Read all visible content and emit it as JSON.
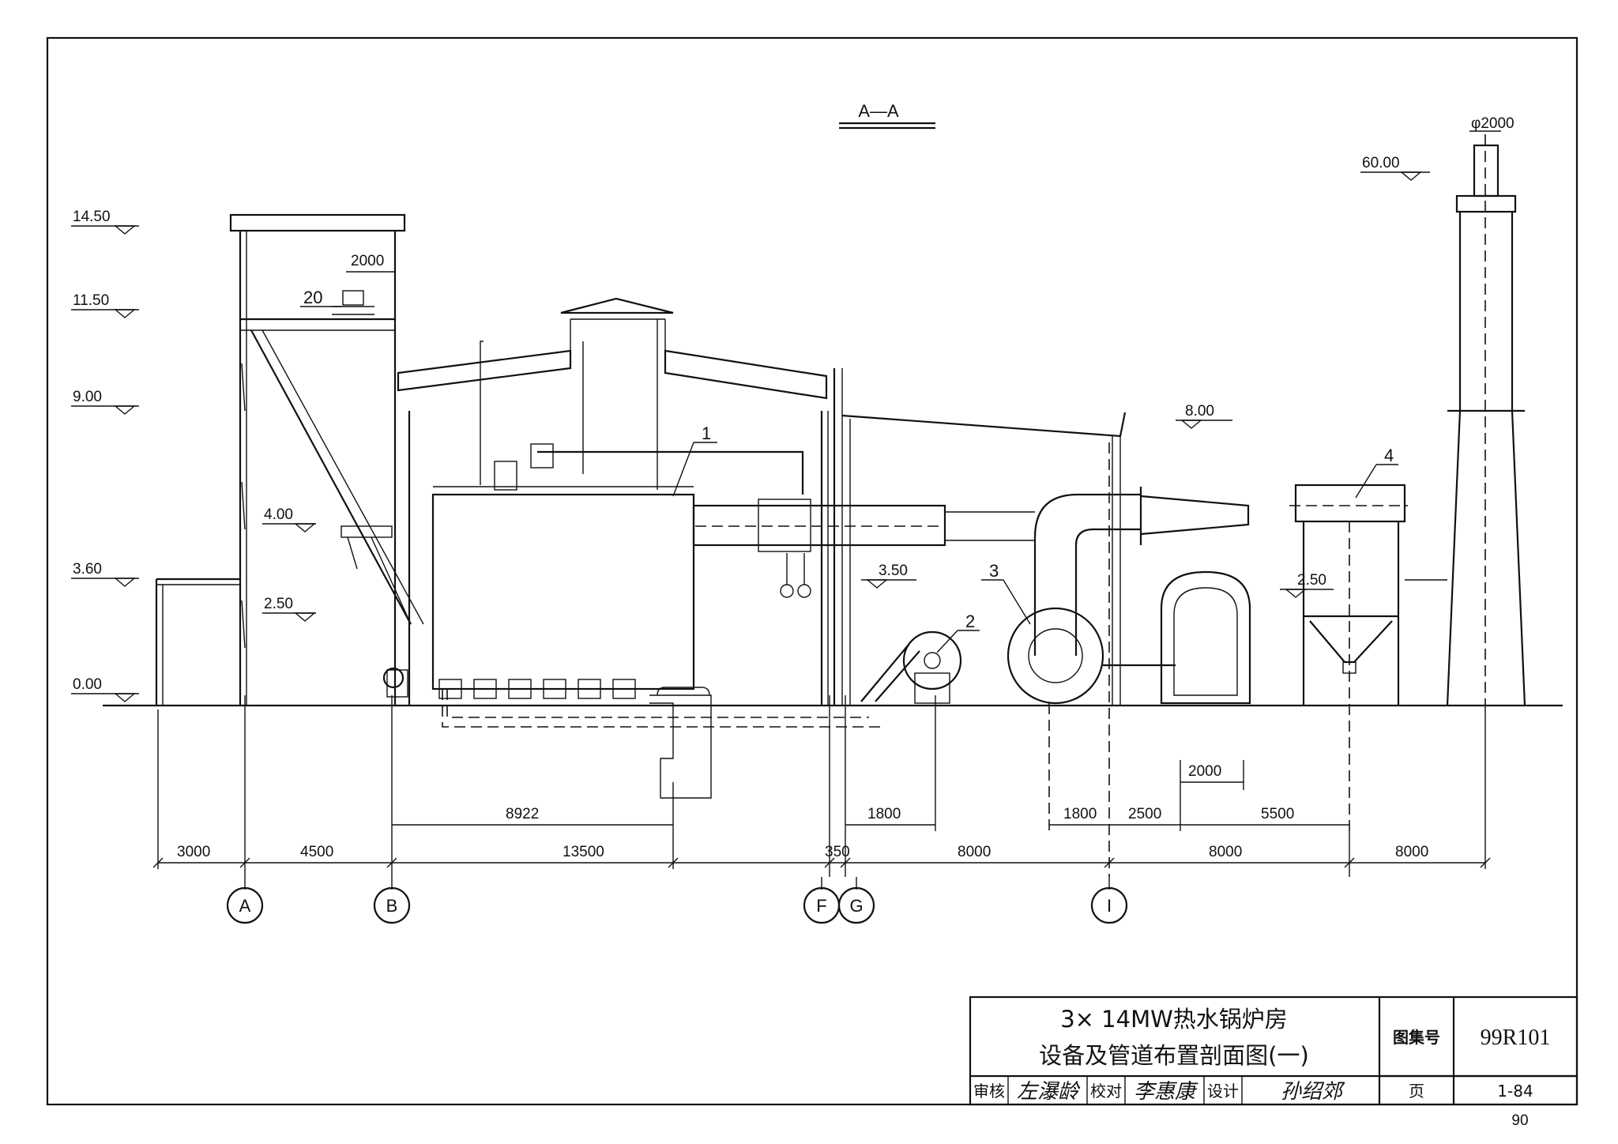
{
  "section_title": "A—A",
  "elevations": [
    "14.50",
    "11.50",
    "9.00",
    "4.00",
    "3.60",
    "2.50",
    "0.00",
    "3.50",
    "8.00",
    "2.50",
    "60.00"
  ],
  "stack_diameter": "φ2000",
  "equipment_tags": [
    "1",
    "2",
    "3",
    "4",
    "20"
  ],
  "dimensions": {
    "top_2000": "2000",
    "row_upper": [
      "8922",
      "1800",
      "1800",
      "2500",
      "5500"
    ],
    "dim_2000_lower": "2000",
    "row_lower": [
      "3000",
      "4500",
      "13500",
      "350",
      "8000",
      "8000",
      "8000"
    ]
  },
  "axes": [
    "A",
    "B",
    "F",
    "G",
    "I"
  ],
  "title_block": {
    "title_line1": "3× 14MW热水锅炉房",
    "title_line2": "设备及管道布置剖面图(一)",
    "atlas_label": "图集号",
    "atlas_no": "99R101",
    "review_label": "审核",
    "review_sig": "左瀑龄",
    "check_label": "校对",
    "check_sig": "李惠康",
    "design_label": "设计",
    "design_sig": "孙绍郊",
    "page_label": "页",
    "page_no": "1-84"
  },
  "sheet_number": "90"
}
